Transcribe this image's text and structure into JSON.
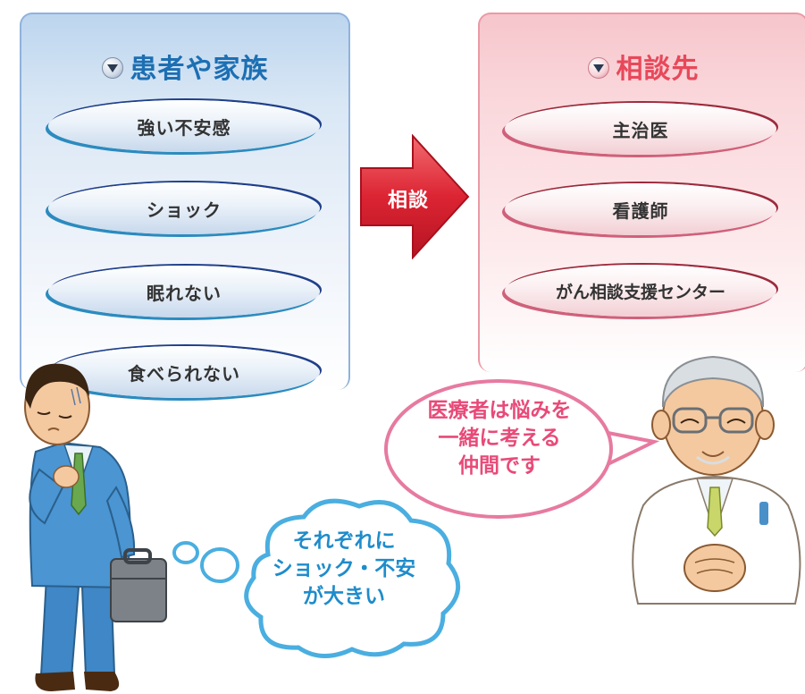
{
  "left_panel": {
    "title": "患者や家族",
    "items": [
      "強い不安感",
      "ショック",
      "眠れない",
      "食べられない"
    ]
  },
  "right_panel": {
    "title": "相談先",
    "items": [
      "主治医",
      "看護師",
      "がん相談支援センター"
    ]
  },
  "arrow": {
    "label": "相談"
  },
  "thought_bubble": {
    "lines": [
      "それぞれに",
      "ショック・不安",
      "が大きい"
    ]
  },
  "speech_bubble": {
    "lines": [
      "医療者は悩みを",
      "一緒に考える",
      "仲間です"
    ]
  },
  "icons": {
    "title_marker": "triangle-down-circle-icon",
    "man": "worried-businessman",
    "doctor": "smiling-doctor"
  },
  "colors": {
    "patient_blue": "#1c6fb3",
    "consult_pink": "#e8485a",
    "arrow_red": "#d9202f",
    "thought_blue": "#1e8ccb",
    "speech_pink": "#e84a78"
  }
}
